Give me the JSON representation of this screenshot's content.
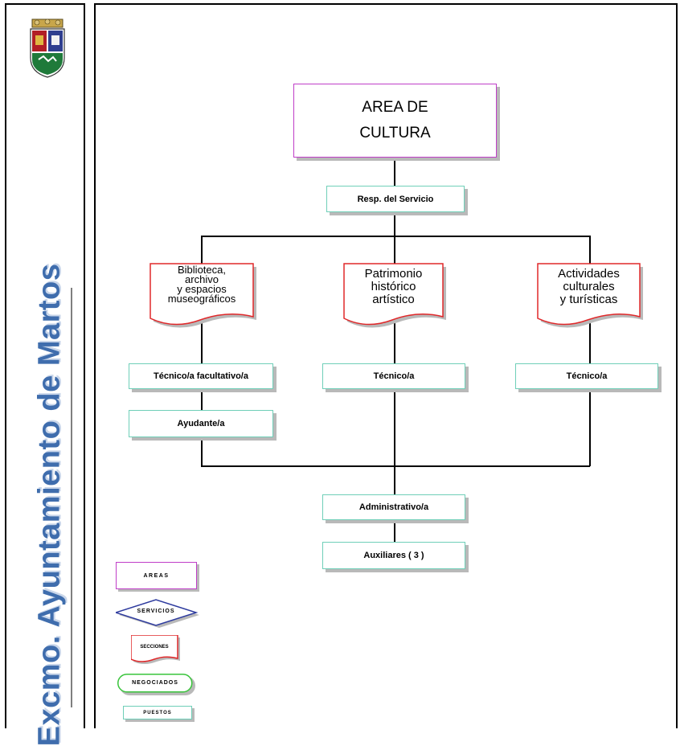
{
  "sidebar": {
    "vertical_title": "Excmo. Ayuntamiento de Martos",
    "crest_icon": "coat-of-arms-icon"
  },
  "org": {
    "area": {
      "line1": "AREA DE",
      "line2": "CULTURA"
    },
    "servicio": "Resp. del Servicio",
    "secciones": [
      {
        "lines": [
          "Biblioteca,",
          "archivo",
          "y espacios",
          "museográficos"
        ]
      },
      {
        "lines": [
          "Patrimonio",
          "histórico",
          "artístico"
        ]
      },
      {
        "lines": [
          "Actividades",
          "culturales",
          "y turísticas"
        ]
      }
    ],
    "puestos": {
      "tecnico_facultativo": "Técnico/a facultativo/a",
      "ayudante": "Ayudante/a",
      "tecnico_2": "Técnico/a",
      "tecnico_3": "Técnico/a",
      "administrativo": "Administrativo/a",
      "auxiliares": "Auxiliares ( 3 )"
    }
  },
  "legend": {
    "areas": "AREAS",
    "servicios": "SERVICIOS",
    "secciones": "SECCIONES",
    "negociados": "NEGOCIADOS",
    "puestos": "PUESTOS"
  },
  "colors": {
    "area_border": "#c03ec8",
    "puesto_border": "#6fcfb8",
    "seccion_border": "#e0282a",
    "servicio_border": "#2d3a9e",
    "negociado_border": "#39c43b",
    "title_blue": "#3f6dad"
  }
}
